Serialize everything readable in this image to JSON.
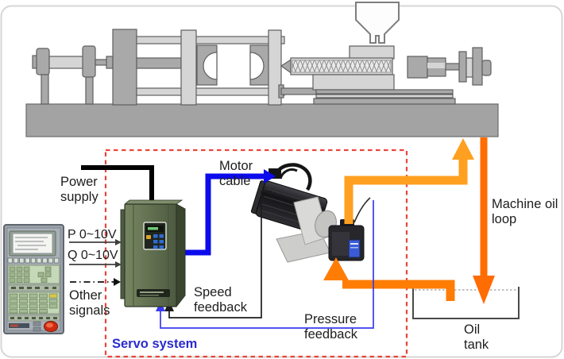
{
  "labels": {
    "power_supply": "Power supply",
    "p_signal": "P 0~10V",
    "q_signal": "Q 0~10V",
    "other_signals": "Other signals",
    "motor_cable": "Motor cable",
    "speed_feedback": "Speed feedback",
    "pressure_feedback": "Pressure feedback",
    "servo_system": "Servo system",
    "machine_oil_loop": "Machine oil loop",
    "oil_tank": "Oil tank"
  },
  "colors": {
    "servo_box_border": "#ea453c",
    "servo_system_text": "#2b2bcf",
    "motor_cable_blue": "#0b0bec",
    "pressure_feedback_blue": "#3a3aee",
    "speed_feedback_black": "#1c1c1c",
    "power_line_black": "#000000",
    "oil_supply_orange": "#ffa020",
    "oil_return_orange": "#ff6c00",
    "drive_green": "#5c6b4a",
    "machine_gray": "#a9a9a9"
  }
}
